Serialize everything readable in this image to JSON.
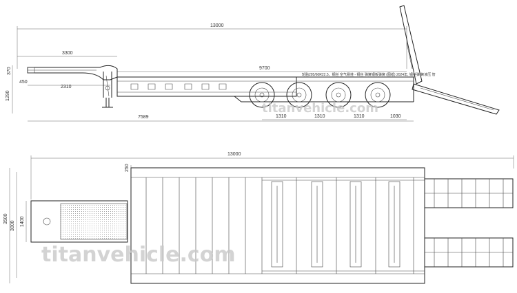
{
  "side_view": {
    "dims": {
      "overall_length": "13000",
      "gooseneck_length": "3300",
      "deck_length": "9700",
      "neck_height": "370",
      "kingpin_offset": "450",
      "neck_height_total": "1290",
      "landing_gear": "2310",
      "deck_to_axle": "7589",
      "axle_spacing_1": "1310",
      "axle_spacing_2": "1310",
      "axle_spacing_3": "1310",
      "rear_overhang": "1030"
    },
    "note": "轮胎295/60R22.5、钢丝 空气悬挂 - 钢丝 弹簧钢板弹簧 (图纸) 2024年, 钢丝弹 簧液压 管"
  },
  "top_view": {
    "dims": {
      "overall_length": "13000",
      "front_offset": "250",
      "overall_width": "3500",
      "gooseneck_width": "3000",
      "neck_width": "1400"
    }
  },
  "watermark": {
    "text": "titanvehicle.com"
  },
  "colors": {
    "line": "#222222",
    "watermark": "#c9c9c9"
  }
}
